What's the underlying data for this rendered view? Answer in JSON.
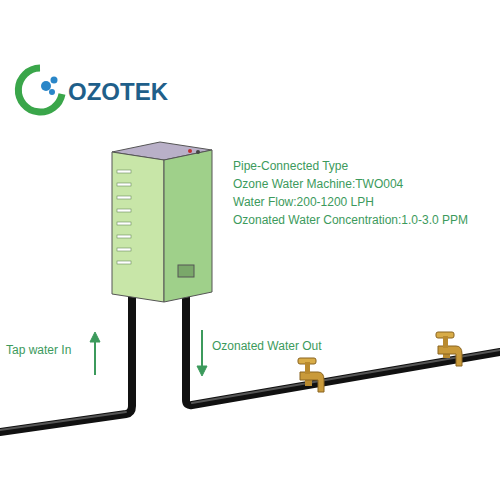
{
  "diagram": {
    "labels": [
      "OZOTEK",
      "Pipe-Connected Type",
      "Ozone Water Machine:TWO004",
      "Water Flow:200-1200 LPH",
      "Ozonated Water Concentration:1.0-3.0 PPM",
      "Tap water In",
      "Ozonated Water Out"
    ]
  }
}
